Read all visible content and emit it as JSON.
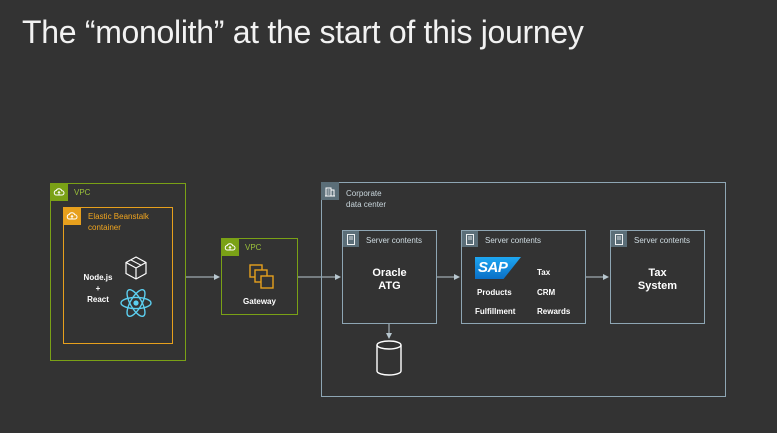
{
  "slide": {
    "title": "The “monolith” at the start of this journey"
  },
  "vpc_outer": {
    "label": "VPC"
  },
  "beanstalk": {
    "label_line1": "Elastic Beanstalk",
    "label_line2": "container",
    "stack_line1": "Node.js",
    "stack_line2": "+",
    "stack_line3": "React"
  },
  "vpc_gateway": {
    "label": "VPC",
    "gateway_label": "Gateway"
  },
  "corporate": {
    "label_line1": "Corporate",
    "label_line2": "data center"
  },
  "servers": [
    {
      "label": "Server contents",
      "name_line1": "Oracle",
      "name_line2": "ATG"
    },
    {
      "label": "Server contents",
      "logo": "SAP",
      "items": [
        "Products",
        "Fulfillment",
        "Tax",
        "CRM",
        "Rewards"
      ]
    },
    {
      "label": "Server contents",
      "name_line1": "Tax",
      "name_line2": "System"
    }
  ],
  "colors": {
    "background": "#333333",
    "vpc_green": "#7aa116",
    "beanstalk_orange": "#e7a01d",
    "corporate_gray": "#8ea6b4",
    "react_blue": "#5ccff0",
    "sap_blue": "#1ea7f2"
  },
  "icons": [
    "cloud-icon",
    "building-icon",
    "server-icon",
    "cube-icon",
    "react-icon",
    "gateway-icon",
    "database-icon"
  ]
}
